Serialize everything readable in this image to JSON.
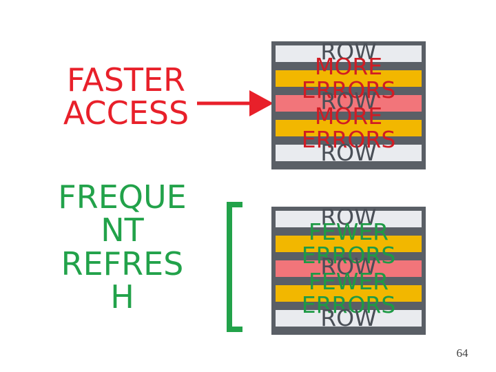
{
  "left_labels": {
    "faster_access": [
      "FASTER",
      "ACCESS"
    ],
    "frequent_refresh": [
      "FREQUE",
      "NT",
      "REFRES",
      "H"
    ]
  },
  "top_stack": {
    "rows": [
      "ROW",
      "MORE ERRORS",
      "ROW",
      "MORE ERRORS",
      "ROW"
    ],
    "labels": {
      "row1": "ROW",
      "err1_line1": "MORE",
      "err1_line2": "ERRORS",
      "row2": "ROW",
      "err2_line1": "MORE",
      "err2_line2": "ERRORS",
      "row3": "ROW"
    }
  },
  "bottom_stack": {
    "labels": {
      "row1": "ROW",
      "err1_line1": "FEWER",
      "err1_line2": "ERRORS",
      "row2": "ROW",
      "err2_line1": "FEWER",
      "err2_line2": "ERRORS",
      "row3": "ROW"
    }
  },
  "colors": {
    "faster_label": "#e8202a",
    "refresh_label": "#22a24a",
    "arrow": "#e8202a",
    "bracket": "#22a24a",
    "row_white": "#e9ebef",
    "row_yellow": "#f2b700",
    "row_red": "#f2757a"
  },
  "page_number": "64"
}
